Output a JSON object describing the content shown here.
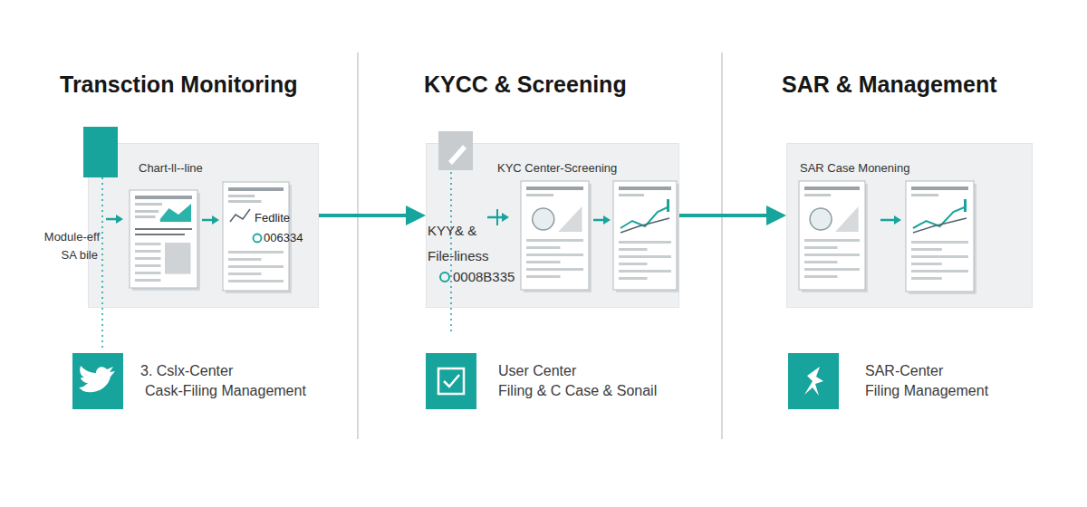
{
  "diagram": {
    "nodes": [
      {
        "text": [
          "Transction Monitoring",
          "Chart-ll--line"
        ]
      },
      {
        "text": [
          "Fedlite",
          "006334"
        ],
        "in": 0
      },
      {
        "text": [
          "KYCC & Screening",
          "KYC Center-Screening"
        ]
      },
      {
        "text": [
          "SAR & Management",
          "SAR Case Monening"
        ]
      },
      {
        "text": [
          "3. Cslx-Center",
          "Cask-Filing Management"
        ]
      },
      {
        "text": [
          "User Center",
          "Filing & C Case & Sonail"
        ]
      },
      {
        "text": [
          "SAR-Center",
          "Filing Management"
        ]
      }
    ],
    "edges": [
      {
        "from": 0,
        "to": 2,
        "arrow": "to"
      },
      {
        "from": 2,
        "to": 3,
        "arrow": "to"
      }
    ],
    "labels": [
      "Module-eff",
      "SA bile",
      "KYY& &",
      "File-liness",
      "0008B335"
    ]
  }
}
